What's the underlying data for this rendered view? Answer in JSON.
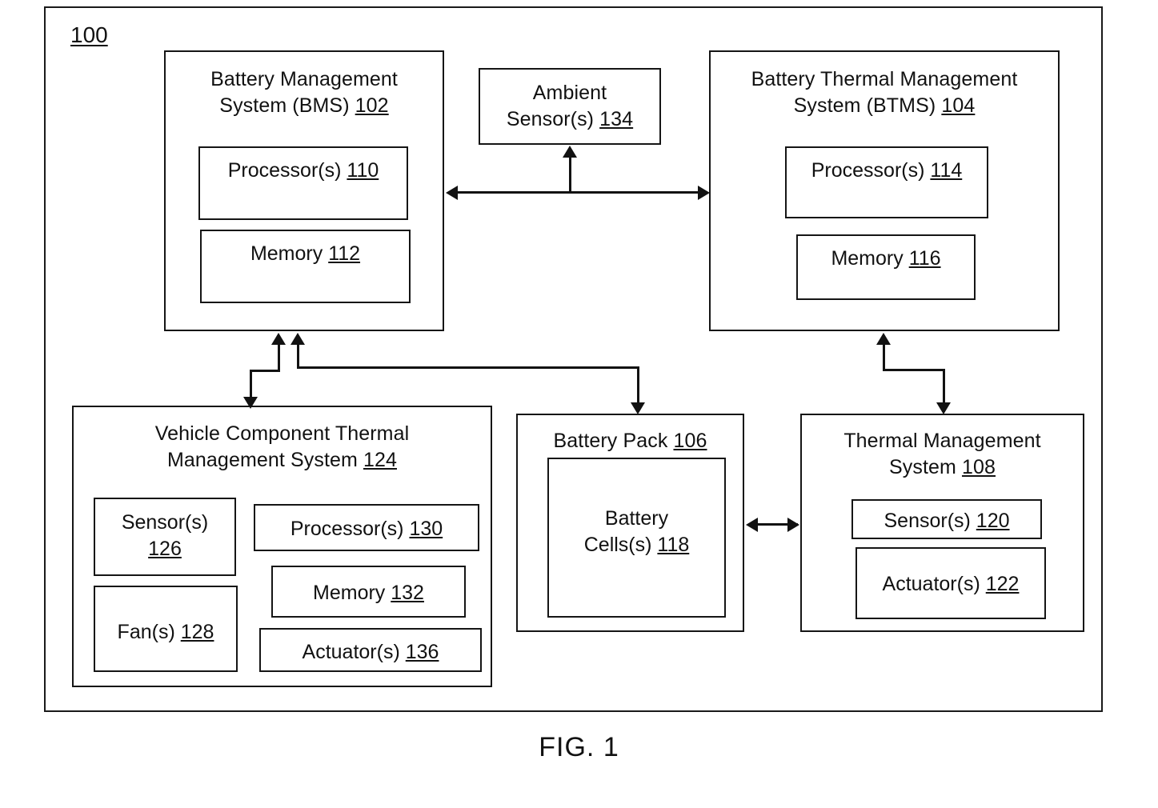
{
  "figure": {
    "caption": "FIG. 1",
    "system_ref": "100"
  },
  "blocks": {
    "bms": {
      "title": "Battery Management\nSystem (BMS) ",
      "ref": "102",
      "children": {
        "processor": {
          "label": "Processor(s) ",
          "ref": "110"
        },
        "memory": {
          "label": "Memory ",
          "ref": "112"
        }
      }
    },
    "ambient_sensor": {
      "title": "Ambient\nSensor(s) ",
      "ref": "134"
    },
    "btms": {
      "title": "Battery Thermal Management\nSystem (BTMS) ",
      "ref": "104",
      "children": {
        "processor": {
          "label": "Processor(s) ",
          "ref": "114"
        },
        "memory": {
          "label": "Memory ",
          "ref": "116"
        }
      }
    },
    "vctms": {
      "title": "Vehicle Component Thermal\nManagement System ",
      "ref": "124",
      "children": {
        "sensor": {
          "label": "Sensor(s)\n",
          "ref": "126"
        },
        "fan": {
          "label": "Fan(s) ",
          "ref": "128"
        },
        "processor": {
          "label": "Processor(s) ",
          "ref": "130"
        },
        "memory": {
          "label": "Memory ",
          "ref": "132"
        },
        "actuator": {
          "label": "Actuator(s) ",
          "ref": "136"
        }
      }
    },
    "battery_pack": {
      "title": "Battery Pack ",
      "ref": "106",
      "children": {
        "cells": {
          "label": "Battery\nCells(s) ",
          "ref": "118"
        }
      }
    },
    "thermal_management": {
      "title": "Thermal Management\nSystem ",
      "ref": "108",
      "children": {
        "sensor": {
          "label": "Sensor(s) ",
          "ref": "120"
        },
        "actuator": {
          "label": "Actuator(s) ",
          "ref": "122"
        }
      }
    }
  },
  "connectors": [
    {
      "name": "bms-to-btms",
      "type": "bidirectional-horizontal"
    },
    {
      "name": "ambient-sensor-branch",
      "type": "unidirectional-up"
    },
    {
      "name": "vctms-to-bms",
      "type": "unidirectional-up"
    },
    {
      "name": "bms-to-vctms",
      "type": "unidirectional-down"
    },
    {
      "name": "bms-to-battery-pack",
      "type": "unidirectional-down"
    },
    {
      "name": "btms-to-thermal-management",
      "type": "unidirectional-down"
    },
    {
      "name": "battery-pack-to-thermal-management",
      "type": "bidirectional-horizontal"
    }
  ],
  "style": {
    "line_color": "#121212",
    "background": "#ffffff"
  }
}
